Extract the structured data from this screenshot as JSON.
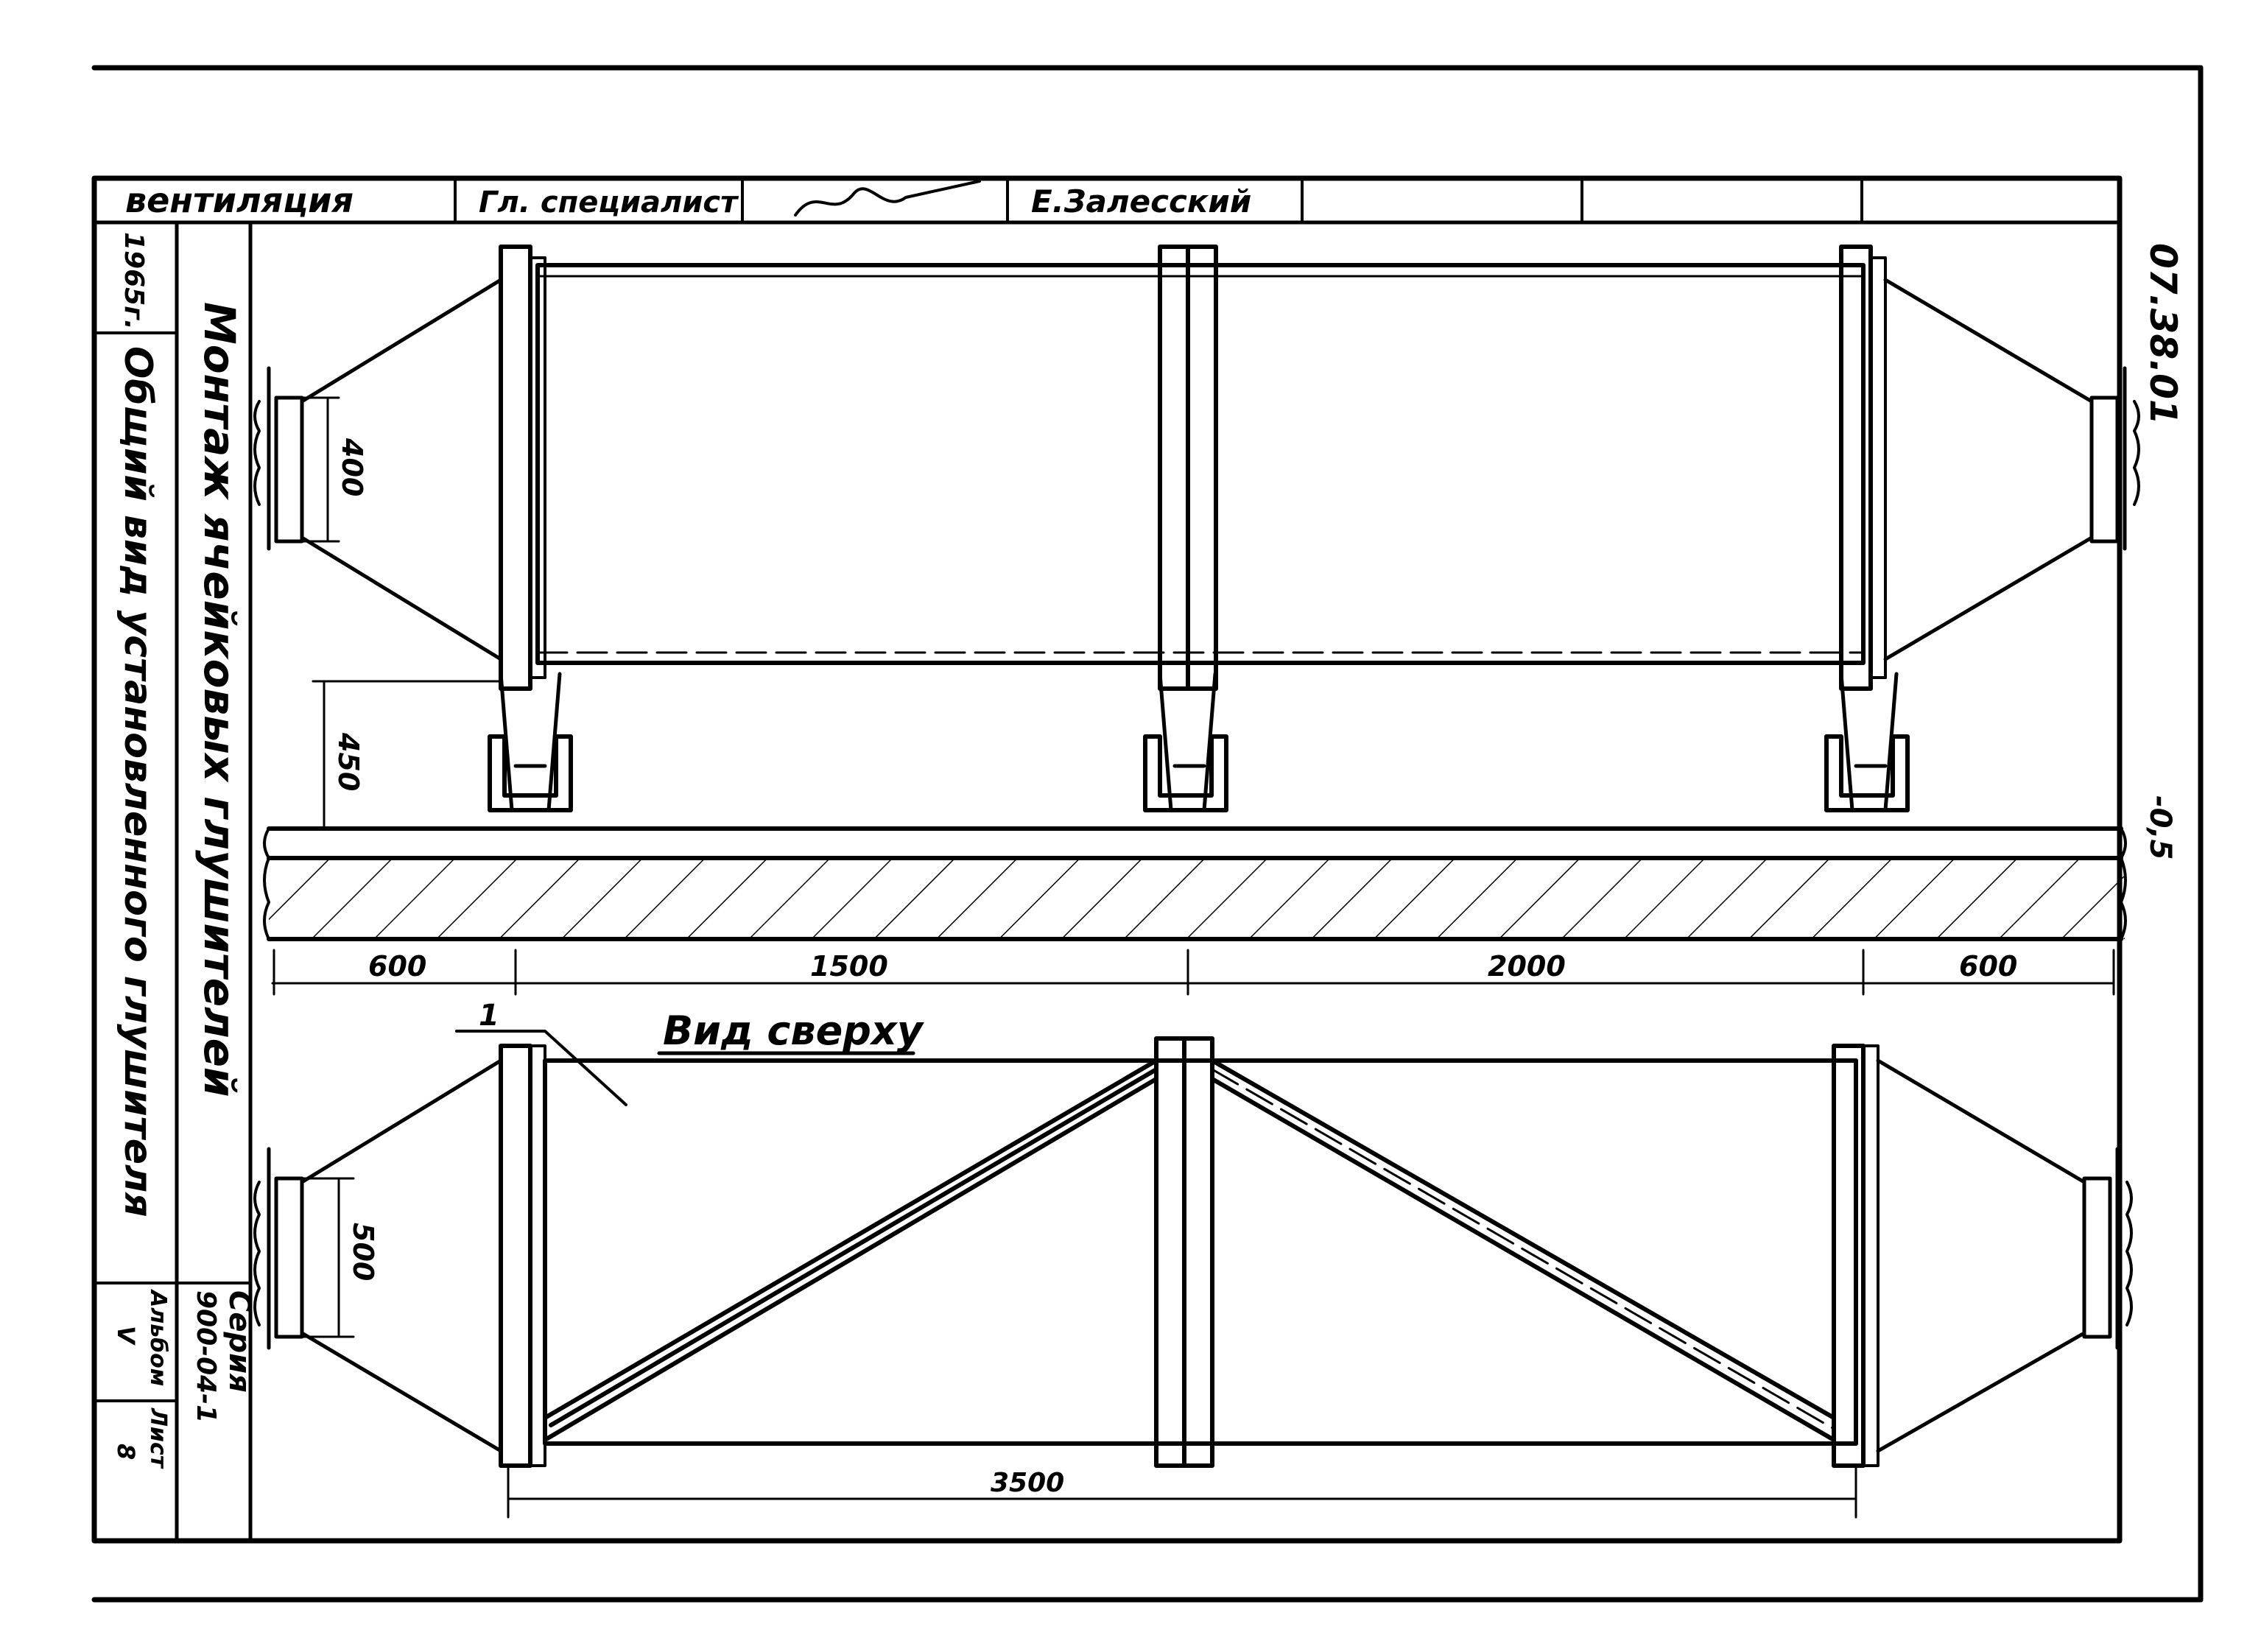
{
  "title_block": {
    "top_left": "вентиляция",
    "role": "Гл. специалист",
    "name": "Е.Залесский",
    "year": "1965г.",
    "drawing_title": "Общий вид установленного глушителя",
    "subject": "Монтаж ячейковых глушителей",
    "series_label": "Серия",
    "series_value": "900-04-1",
    "album_label": "Альбом",
    "album_value": "V",
    "sheet_label": "Лист",
    "sheet_value": "8"
  },
  "doc_code": "07.38.01",
  "level_mark": "-0,5",
  "front_view": {
    "dim_inlet": "400",
    "dim_support_height": "450",
    "dims_bottom": [
      "600",
      "1500",
      "2000",
      "600"
    ]
  },
  "top_view": {
    "title": "Вид сверху",
    "callout": "1",
    "dim_inlet": "500",
    "dim_total": "3500"
  }
}
